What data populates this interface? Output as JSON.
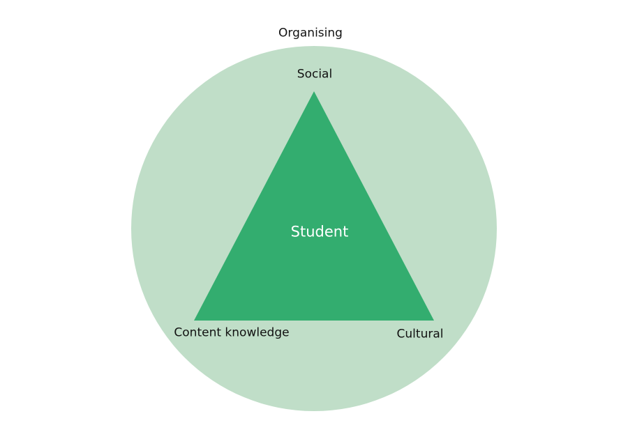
{
  "diagram": {
    "outer_label": "Organising",
    "center_label": "Student",
    "vertices": {
      "top": "Social",
      "bottom_left": "Content knowledge",
      "bottom_right": "Cultural"
    },
    "colors": {
      "circle_fill": "#c0dec8",
      "triangle_fill": "#33ad6f",
      "center_text": "#ffffff",
      "label_text": "#111111"
    }
  }
}
